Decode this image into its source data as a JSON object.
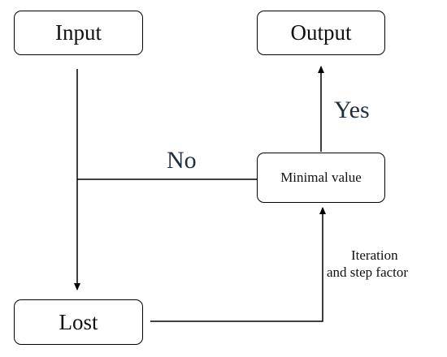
{
  "nodes": {
    "input": "Input",
    "output": "Output",
    "minimal_value": "Minimal value",
    "lost": "Lost"
  },
  "edge_labels": {
    "no": "No",
    "yes": "Yes",
    "iteration_line1": "Iteration",
    "iteration_line2": "and step factor"
  },
  "colors": {
    "line": "#000000",
    "label_accent": "#1f2d3d"
  }
}
